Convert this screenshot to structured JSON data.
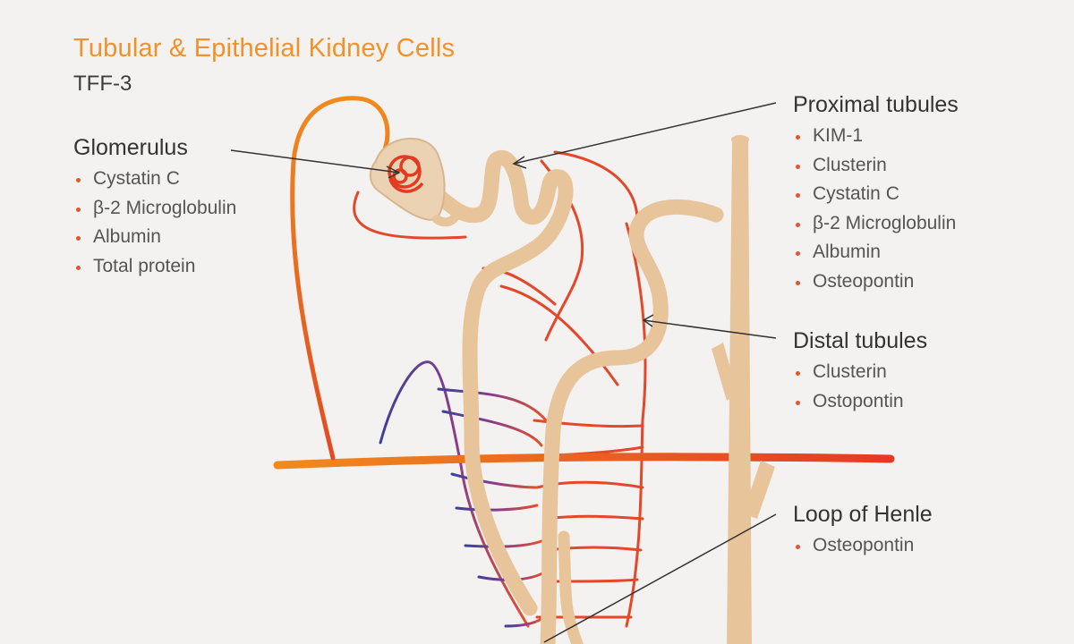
{
  "title": "Tubular & Epithelial Kidney Cells",
  "subtitle": "TFF-3",
  "colors": {
    "accent": "#f0922b",
    "artery_start": "#f08a1e",
    "artery_end": "#e43a24",
    "vein": "#3f3f9a",
    "vein_mix": "#8a3c8a",
    "tubule": "#e8c49a",
    "bullet": "#e8532a",
    "background": "#f4f2f0"
  },
  "groups": {
    "glomerulus": {
      "title": "Glomerulus",
      "items": [
        "Cystatin C",
        "β-2 Microglobulin",
        "Albumin",
        "Total protein"
      ]
    },
    "proximal": {
      "title": "Proximal tubules",
      "items": [
        "KIM-1",
        "Clusterin",
        "Cystatin C",
        "β-2 Microglobulin",
        "Albumin",
        "Osteopontin"
      ]
    },
    "distal": {
      "title": "Distal tubules",
      "items": [
        "Clusterin",
        "Ostopontin"
      ]
    },
    "henle": {
      "title": "Loop of Henle",
      "items": [
        "Osteopontin"
      ]
    }
  }
}
